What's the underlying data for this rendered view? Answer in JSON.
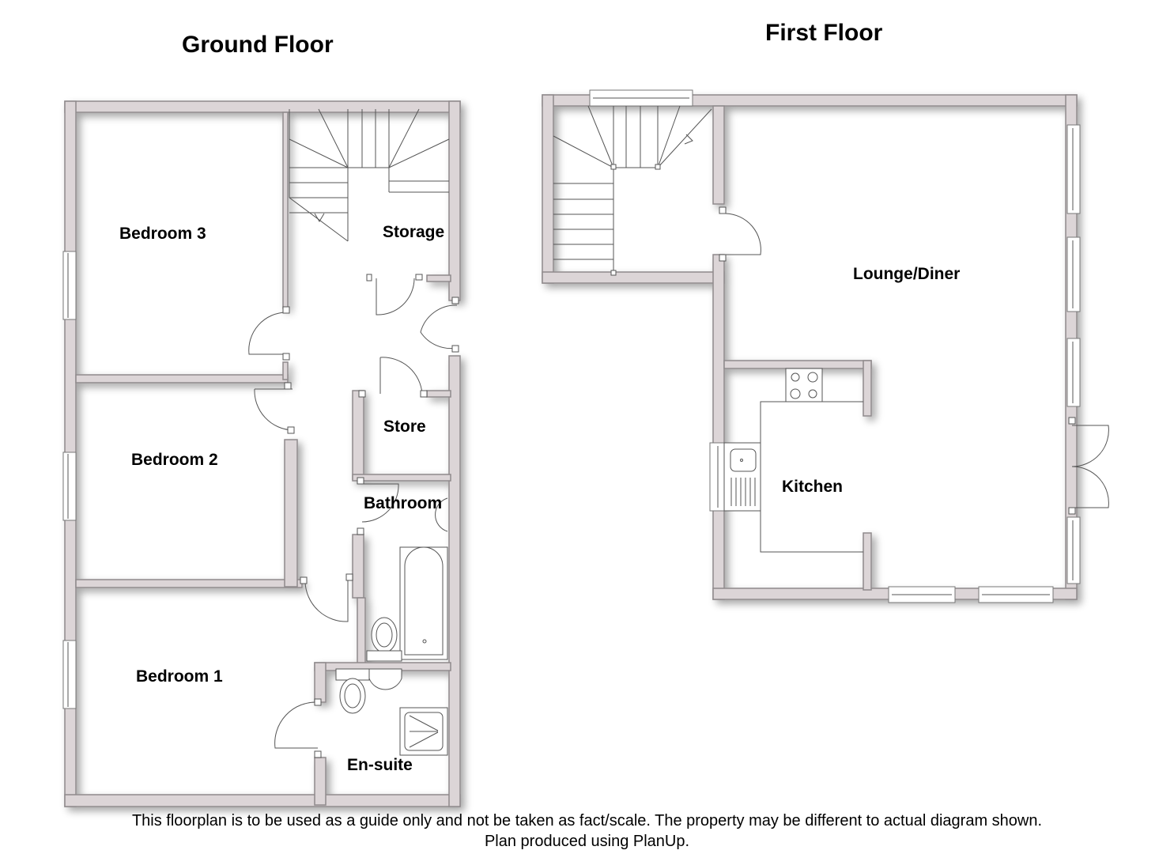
{
  "floors": {
    "ground": {
      "title": "Ground Floor",
      "rooms": [
        {
          "id": "bedroom-3",
          "label": "Bedroom 3"
        },
        {
          "id": "storage",
          "label": "Storage"
        },
        {
          "id": "store",
          "label": "Store"
        },
        {
          "id": "bedroom-2",
          "label": "Bedroom 2"
        },
        {
          "id": "bathroom",
          "label": "Bathroom"
        },
        {
          "id": "bedroom-1",
          "label": "Bedroom 1"
        },
        {
          "id": "en-suite",
          "label": "En-suite"
        }
      ]
    },
    "first": {
      "title": "First Floor",
      "rooms": [
        {
          "id": "lounge-diner",
          "label": "Lounge/Diner"
        },
        {
          "id": "kitchen",
          "label": "Kitchen"
        }
      ]
    }
  },
  "footer": {
    "disclaimer_line1": "This floorplan is to be used as a guide only and not be taken as fact/scale. The property may be different to actual diagram shown.",
    "disclaimer_line2": "Plan produced using PlanUp."
  },
  "colors": {
    "wall_fill": "#dcd5d7",
    "wall_stroke": "#8f8a8c",
    "text": "#000000",
    "background": "#ffffff"
  }
}
